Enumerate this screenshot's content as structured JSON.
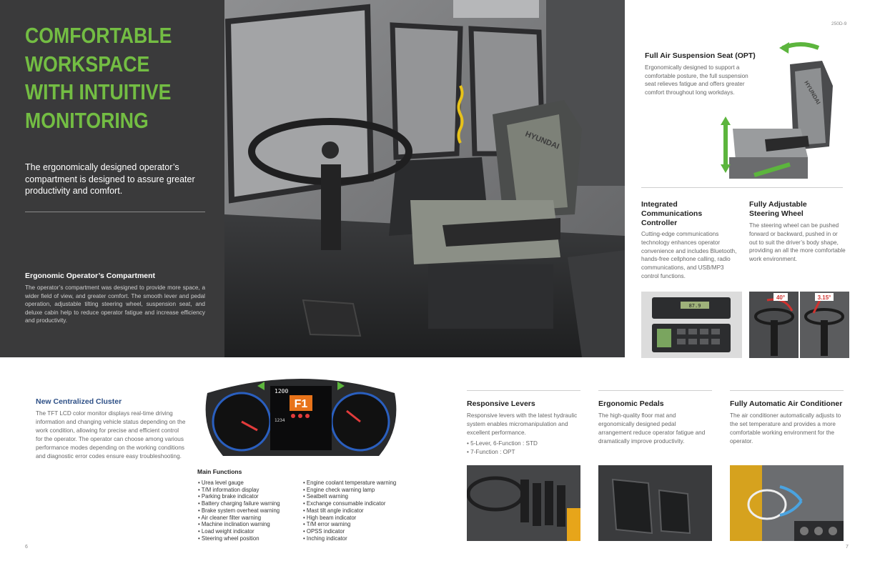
{
  "left": {
    "headline": "COMFORTABLE\nWORKSPACE\nWITH INTUITIVE\nMONITORING",
    "lead": "The ergonomically designed operator’s compartment is designed to assure greater productivity and comfort.",
    "compartment_title": "Ergonomic Operator’s Compartment",
    "compartment_body": "The operator’s compartment was designed to provide more space, a wider field of view, and greater comfort. The smooth lever and pedal operation, adjustable tilting steering wheel, suspension seat, and deluxe cabin help to reduce operator fatigue and increase efficiency and productivity."
  },
  "cabin_photo": {
    "seat_brand": "HYUNDAI"
  },
  "right": {
    "model": "250D-9",
    "seat_title": "Full Air Suspension Seat (OPT)",
    "seat_body": "Ergonomically designed to support a comfortable posture, the full suspension seat relieves fatigue and offers greater comfort throughout long workdays.",
    "seat_brand": "HYUNDAI",
    "ic_title": "Integrated\nCommunications\nController",
    "ic_body": "Cutting-edge communications technology enhances operator convenience and includes Bluetooth, hands-free cellphone calling, radio communications, and USB/MP3 control functions.",
    "radio_display": "87.9",
    "sw_title": "Fully Adjustable\nSteering Wheel",
    "sw_body": "The steering wheel can be pushed forward or backward, pushed in or out to suit the driver’s body shape, providing an all the more comfortable work environment.",
    "angle_a": "40°",
    "angle_b": "3.15°"
  },
  "cluster": {
    "title": "New Centralized Cluster",
    "body": "The TFT LCD color monitor displays real-time driving information and changing vehicle status depending on the work condition, allowing for precise and efficient control for the operator. The operator can choose among various performance modes depending on the working conditions and diagnostic error codes ensure easy troubleshooting.",
    "display_rpm": "1200",
    "display_gear": "F1",
    "display_hours": "1234",
    "main_functions_title": "Main Functions",
    "functions_left": [
      "Urea level gauge",
      "T/M information display",
      "Parking brake indicator",
      "Battery charging failure warning",
      "Brake system overheat warning",
      "Air cleaner filter warning",
      "Machine inclination warning",
      "Load weight indicator",
      "Steering wheel position"
    ],
    "functions_right": [
      "Engine coolant temperature warning",
      "Engine check warning lamp",
      "Seatbelt warning",
      "Exchange consumable indicator",
      "Mast tilt angle indicator",
      "High beam indicator",
      "T/M error warning",
      "OPSS indicator",
      "Inching indicator"
    ]
  },
  "levers": {
    "title": "Responsive Levers",
    "body": "Responsive levers with the latest hydraulic system enables micromanipulation and excellent performance.",
    "bullets": [
      "5-Lever, 6-Function : STD",
      "7-Function : OPT"
    ]
  },
  "pedals": {
    "title": "Ergonomic Pedals",
    "body": "The high-quality floor mat and ergonomically designed pedal arrangement reduce operator fatigue and dramatically improve productivity."
  },
  "aircon": {
    "title": "Fully Automatic Air Conditioner",
    "body": "The air conditioner automatically adjusts to the set temperature and provides a more comfortable working environment for the operator."
  },
  "pages": {
    "left": "6",
    "right": "7"
  },
  "colors": {
    "accent_green": "#73bd43",
    "panel_dark": "#3a3a3b",
    "cluster_blue": "#2d4f86"
  }
}
